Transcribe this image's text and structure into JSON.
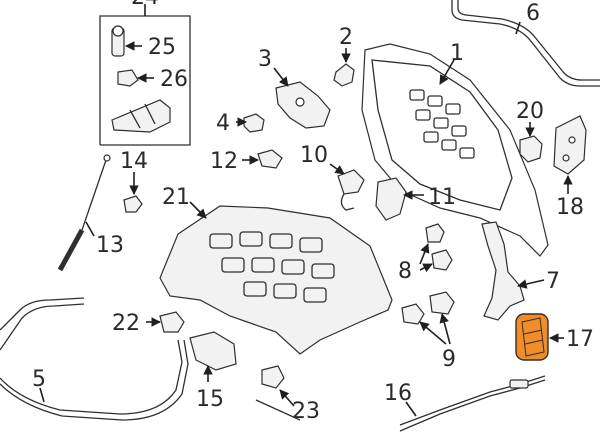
{
  "diagram": {
    "highlight_color": "#f28c28",
    "line_color": "#2f2f2f",
    "callouts": [
      {
        "id": "c24",
        "label": "24"
      },
      {
        "id": "c25",
        "label": "25"
      },
      {
        "id": "c26",
        "label": "26"
      },
      {
        "id": "c2",
        "label": "2"
      },
      {
        "id": "c3",
        "label": "3"
      },
      {
        "id": "c1",
        "label": "1"
      },
      {
        "id": "c6",
        "label": "6"
      },
      {
        "id": "c4",
        "label": "4"
      },
      {
        "id": "c20",
        "label": "20"
      },
      {
        "id": "c14",
        "label": "14"
      },
      {
        "id": "c12",
        "label": "12"
      },
      {
        "id": "c10",
        "label": "10"
      },
      {
        "id": "c11",
        "label": "11"
      },
      {
        "id": "c18",
        "label": "18"
      },
      {
        "id": "c21",
        "label": "21"
      },
      {
        "id": "c13",
        "label": "13"
      },
      {
        "id": "c8",
        "label": "8"
      },
      {
        "id": "c7",
        "label": "7"
      },
      {
        "id": "c22",
        "label": "22"
      },
      {
        "id": "c17",
        "label": "17"
      },
      {
        "id": "c9",
        "label": "9"
      },
      {
        "id": "c5",
        "label": "5"
      },
      {
        "id": "c15",
        "label": "15"
      },
      {
        "id": "c16",
        "label": "16"
      },
      {
        "id": "c23",
        "label": "23"
      }
    ]
  }
}
